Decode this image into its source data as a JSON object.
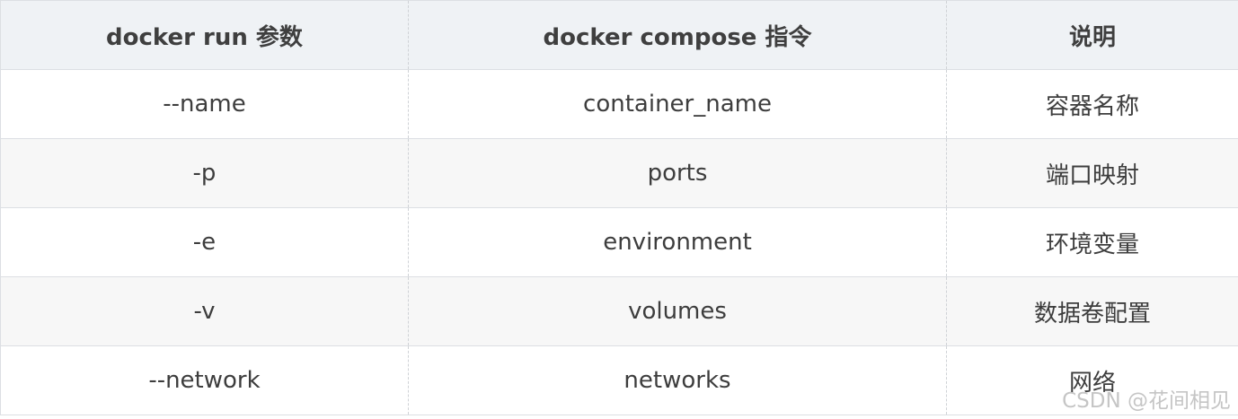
{
  "table": {
    "headers": [
      "docker run 参数",
      "docker compose 指令",
      "说明"
    ],
    "rows": [
      [
        "--name",
        "container_name",
        "容器名称"
      ],
      [
        "-p",
        "ports",
        "端口映射"
      ],
      [
        "-e",
        "environment",
        "环境变量"
      ],
      [
        "-v",
        "volumes",
        "数据卷配置"
      ],
      [
        "--network",
        "networks",
        "网络"
      ]
    ]
  },
  "watermark": "CSDN @花间相见",
  "colors": {
    "header_bg": "#eff2f5",
    "row_alt_bg": "#f7f7f7",
    "text": "#3d3d3d",
    "border": "#dcdfe3"
  }
}
